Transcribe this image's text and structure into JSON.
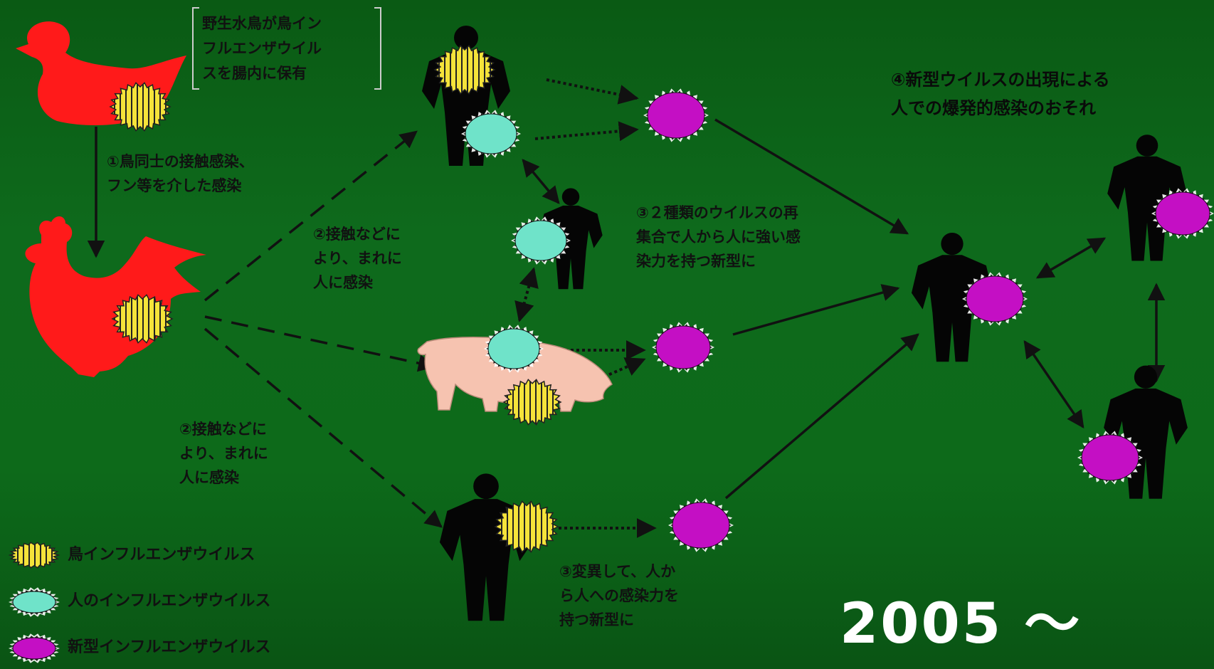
{
  "notes": {
    "wild_bird": [
      "野生水鳥が鳥イン",
      "フルエンザウイル",
      "スを腸内に保有"
    ],
    "step1": [
      "①鳥同士の接触感染、",
      "フン等を介した感染"
    ],
    "step2_upper": [
      "②接触などに",
      "より、まれに",
      "人に感染"
    ],
    "step2_lower": [
      "②接触などに",
      "より、まれに",
      "人に感染"
    ],
    "step3_reassort": [
      "③２種類のウイルスの再",
      "集合で人から人に強い感",
      "染力を持つ新型に"
    ],
    "step3_mutation": [
      "③変異して、人か",
      "ら人への感染力を",
      "持つ新型に"
    ],
    "step4": [
      "④新型ウイルスの出現による",
      "人での爆発的感染のおそれ"
    ]
  },
  "legend": [
    {
      "label": "鳥インフルエンザウイルス",
      "virus": "bird"
    },
    {
      "label": "人のインフルエンザウイルス",
      "virus": "human"
    },
    {
      "label": "新型インフルエンザウイルス",
      "virus": "new"
    }
  ],
  "year_label": "2005 ～",
  "colors": {
    "background": "#0d6a1a",
    "bird_virus": "#f5e33a",
    "human_virus": "#6fe3c9",
    "new_virus": "#c40fc4",
    "bird_silhouette": "#ff1a1a",
    "pig": "#f6c3b0",
    "person": "#050505"
  }
}
